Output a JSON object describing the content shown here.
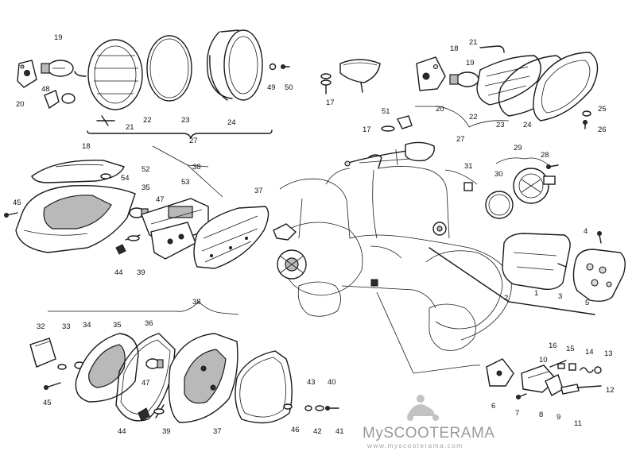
{
  "part_labels": {
    "p1": "1",
    "p2": "2",
    "p3": "3",
    "p4": "4",
    "p5": "5",
    "p6": "6",
    "p7": "7",
    "p8": "8",
    "p9": "9",
    "p10": "10",
    "p11": "11",
    "p12": "12",
    "p13": "13",
    "p14": "14",
    "p15": "15",
    "p16": "16",
    "p17a": "17",
    "p17b": "17",
    "p18a": "18",
    "p18b": "18",
    "p19a": "19",
    "p19b": "19",
    "p20a": "20",
    "p20b": "20",
    "p21a": "21",
    "p21b": "21",
    "p22a": "22",
    "p22b": "22",
    "p23a": "23",
    "p23b": "23",
    "p24a": "24",
    "p24b": "24",
    "p25": "25",
    "p26": "26",
    "p27a": "27",
    "p27b": "27",
    "p28": "28",
    "p29": "29",
    "p30": "30",
    "p31": "31",
    "p32": "32",
    "p33": "33",
    "p34": "34",
    "p35a": "35",
    "p35b": "35",
    "p36": "36",
    "p37a": "37",
    "p37b": "37",
    "p38a": "38",
    "p38b": "38",
    "p39a": "39",
    "p39b": "39",
    "p40": "40",
    "p41": "41",
    "p42": "42",
    "p43": "43",
    "p44a": "44",
    "p44b": "44",
    "p45a": "45",
    "p45b": "45",
    "p46": "46",
    "p47a": "47",
    "p47b": "47",
    "p48": "48",
    "p49": "49",
    "p50": "50",
    "p51": "51",
    "p52": "52",
    "p53": "53",
    "p54": "54"
  },
  "watermark": {
    "brand_prefix": "My",
    "brand_main": "SCOOTERAMA",
    "url": "www.myscooterama.com",
    "logo_name": "MyScootERAMA logo"
  }
}
